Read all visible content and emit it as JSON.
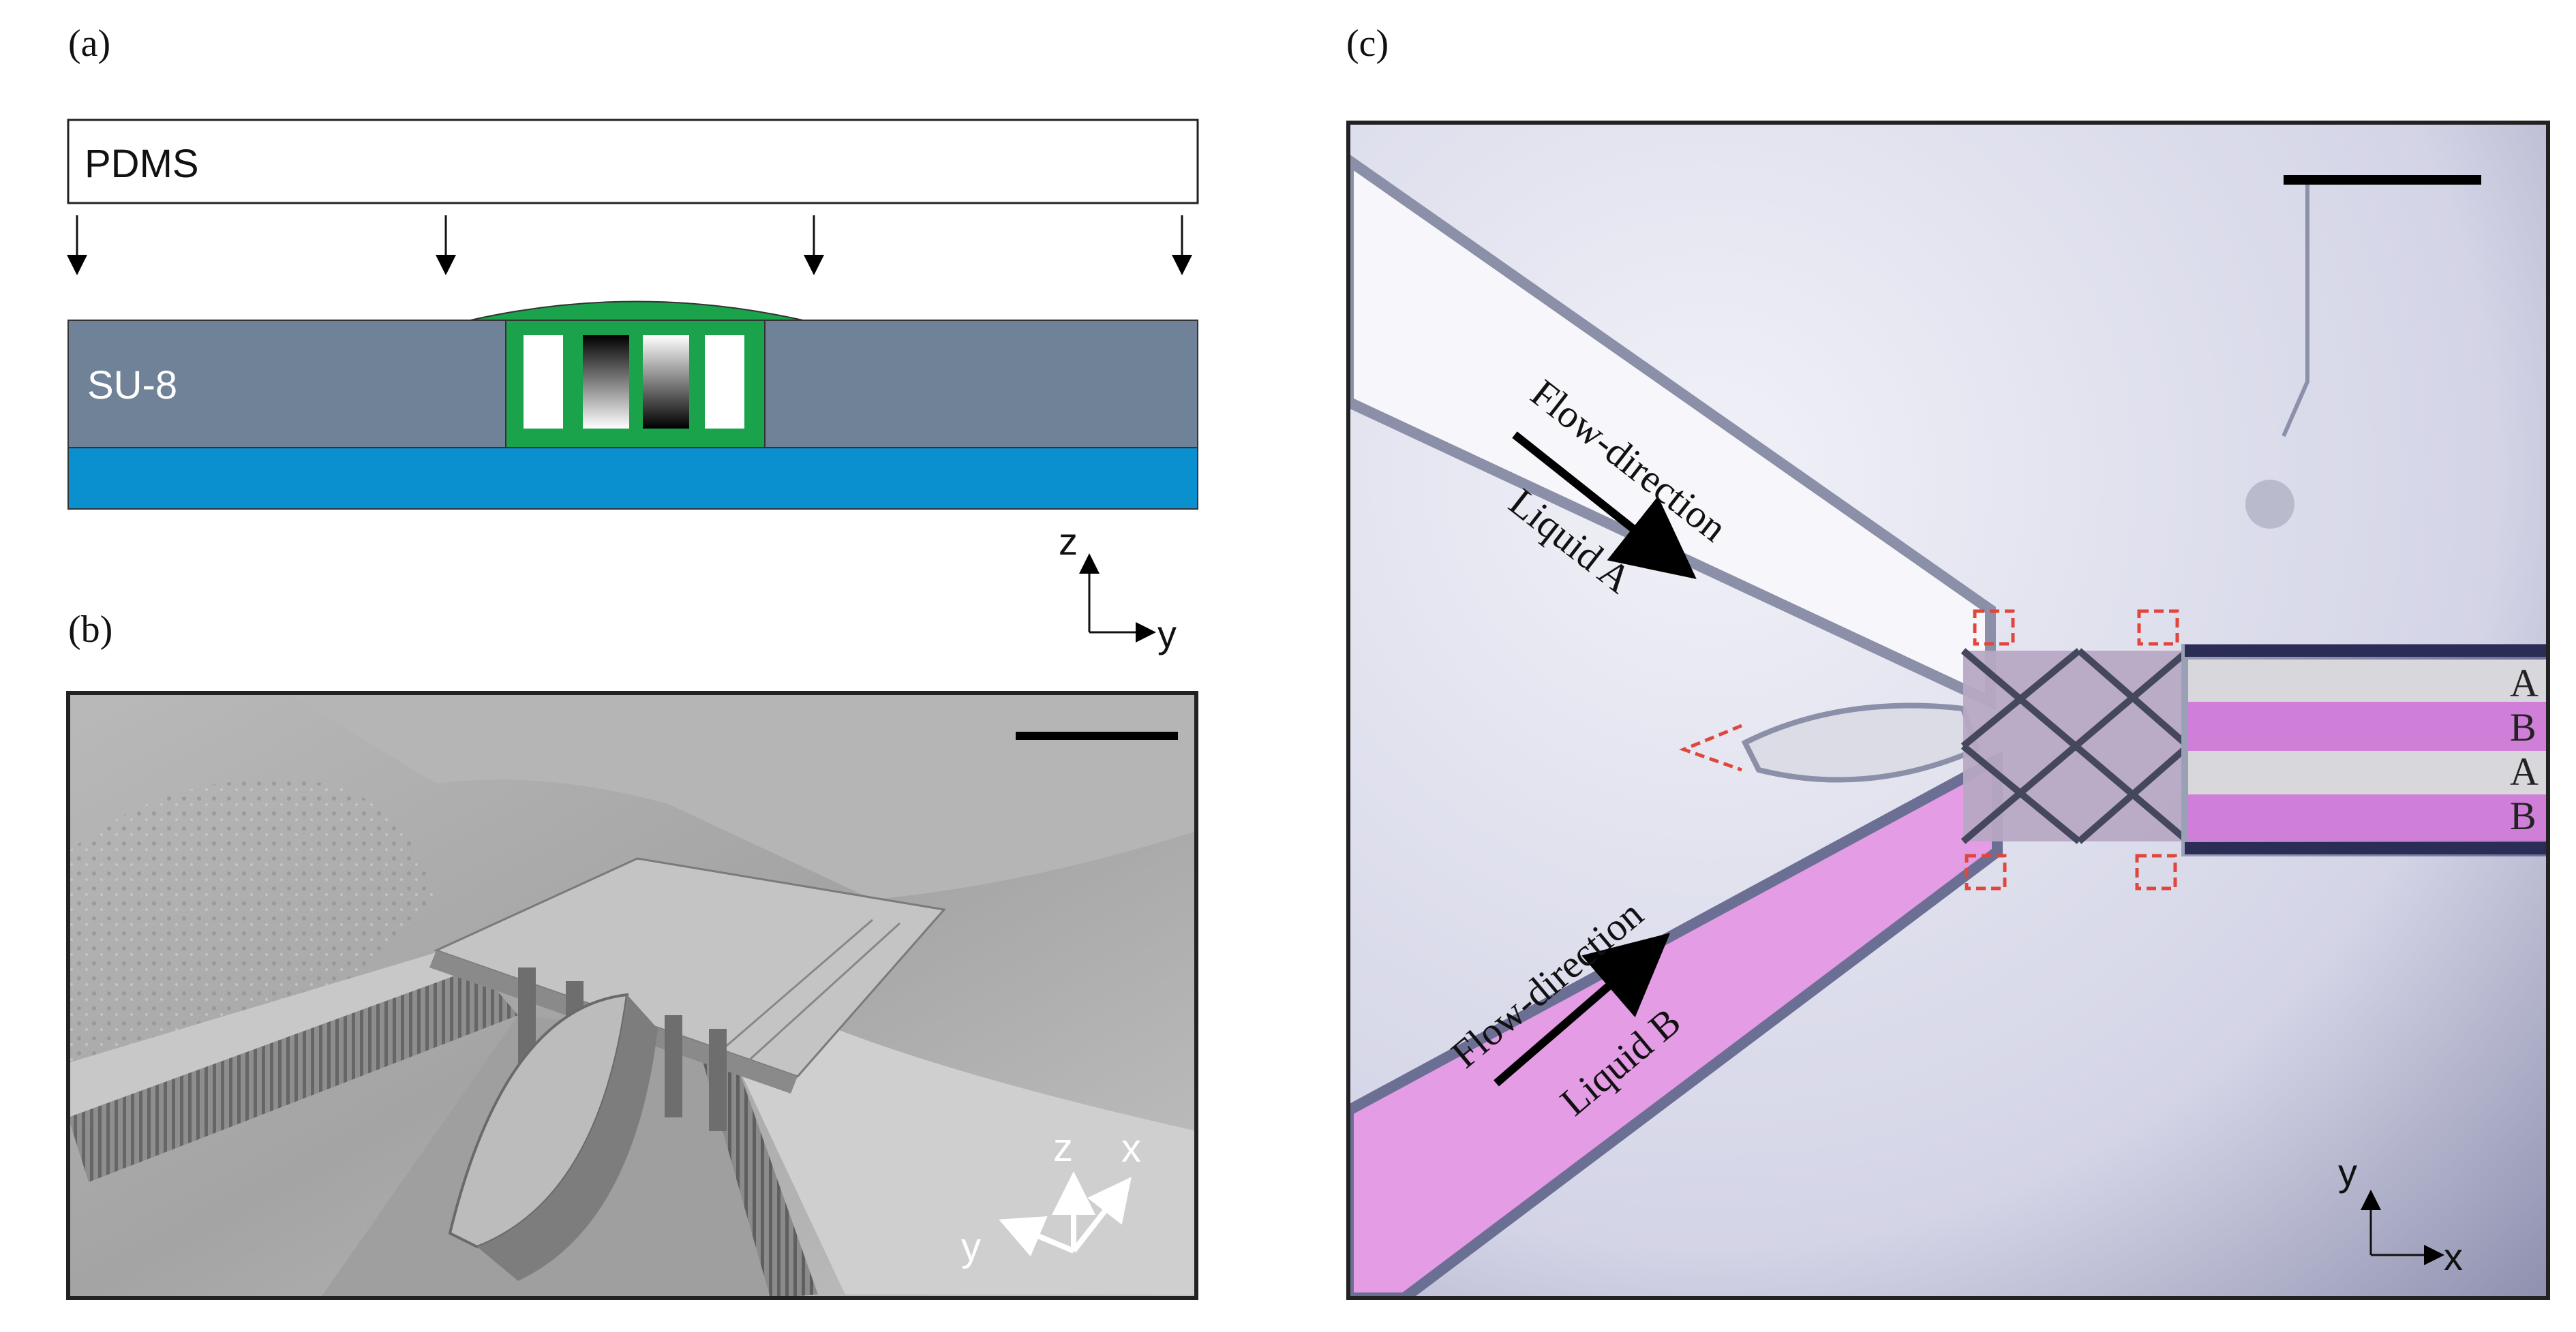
{
  "panel_a": {
    "label": "(a)",
    "pdms_label": "PDMS",
    "su8_label": "SU-8",
    "axis_vertical": "z",
    "axis_horizontal": "y"
  },
  "panel_b": {
    "label": "(b)",
    "axis_z": "z",
    "axis_x": "x",
    "axis_y": "y"
  },
  "panel_c": {
    "label": "(c)",
    "flow_top": "Flow-direction",
    "liquid_top": "Liquid A",
    "flow_bottom": "Flow-direction",
    "liquid_bottom": "Liquid B",
    "stream_labels": [
      "A",
      "B",
      "A",
      "B"
    ],
    "axis_vertical": "y",
    "axis_horizontal": "x"
  },
  "colors": {
    "su8": "#6f8298",
    "substrate": "#0a8fcf",
    "green": "#1aa34a",
    "liquid_b": "#e49ce4",
    "marker_red": "#e0463c"
  }
}
